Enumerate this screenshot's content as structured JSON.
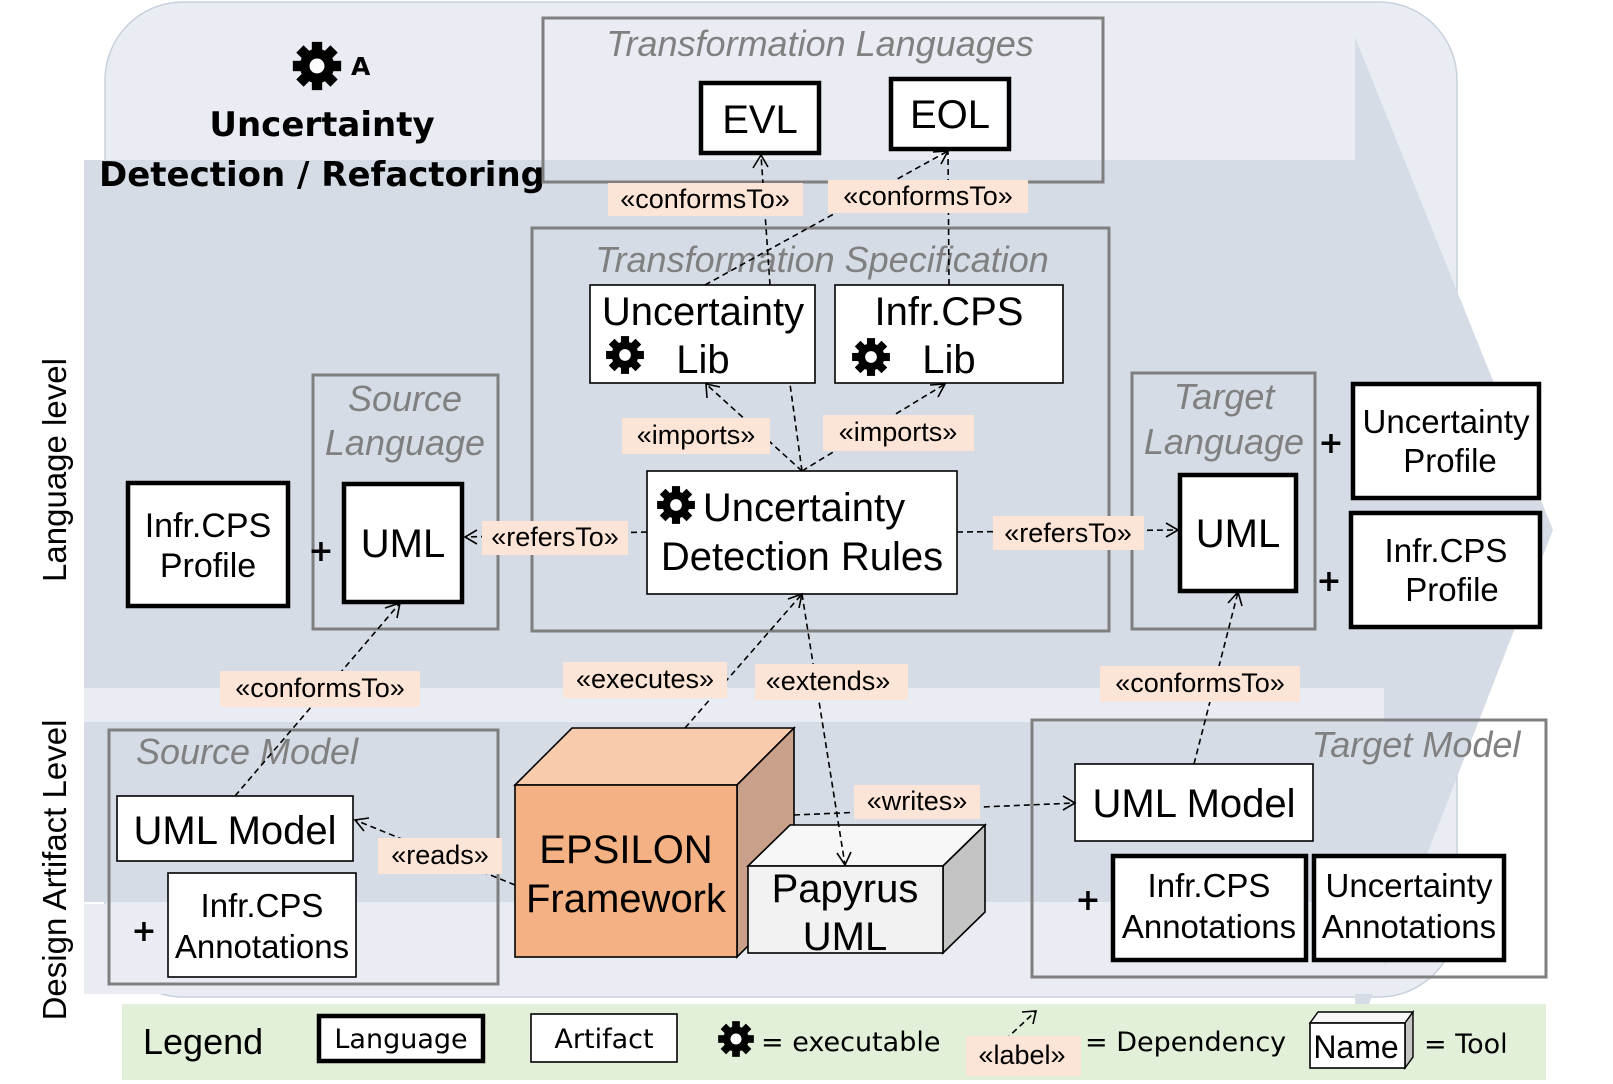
{
  "phase": {
    "letter": "A",
    "title_line1": "Uncertainty",
    "title_line2": "Detection / Refactoring"
  },
  "levels": {
    "language": "Language level",
    "design": "Design Artifact Level"
  },
  "groups": {
    "transformation_languages": "Transformation Languages",
    "transformation_specification": "Transformation Specification",
    "source_language_1": "Source",
    "source_language_2": "Language",
    "target_language_1": "Target",
    "target_language_2": "Language",
    "source_model": "Source Model",
    "target_model": "Target Model"
  },
  "languages": {
    "evl": "EVL",
    "eol": "EOL",
    "source_uml": "UML",
    "target_uml": "UML",
    "source_profile_1": "Infr.CPS",
    "source_profile_2": "Profile",
    "target_unc_profile_1": "Uncertainty",
    "target_unc_profile_2": "Profile",
    "target_cps_profile_1": "Infr.CPS",
    "target_cps_profile_2": "Profile"
  },
  "artifacts": {
    "unc_lib_1": "Uncertainty",
    "unc_lib_2": "Lib",
    "cps_lib_1": "Infr.CPS",
    "cps_lib_2": "Lib",
    "rules_1": "Uncertainty",
    "rules_2": "Detection Rules",
    "src_uml_model": "UML Model",
    "src_annot_1": "Infr.CPS",
    "src_annot_2": "Annotations",
    "tgt_uml_model": "UML Model",
    "tgt_cps_annot_1": "Infr.CPS",
    "tgt_cps_annot_2": "Annotations",
    "tgt_unc_annot_1": "Uncertainty",
    "tgt_unc_annot_2": "Annotations"
  },
  "tools": {
    "epsilon_1": "EPSILON",
    "epsilon_2": "Framework",
    "papyrus_1": "Papyrus",
    "papyrus_2": "UML"
  },
  "dependencies": {
    "conforms_evl": "«conformsTo»",
    "conforms_eol": "«conformsTo»",
    "imports_unc": "«imports»",
    "imports_cps": "«imports»",
    "refers_src": "«refersTo»",
    "refers_tgt": "«refersTo»",
    "conforms_src": "«conformsTo»",
    "executes": "«executes»",
    "extends": "«extends»",
    "conforms_tgt": "«conformsTo»",
    "writes": "«writes»",
    "reads": "«reads»"
  },
  "plus_sign": "+",
  "legend": {
    "title": "Legend",
    "language": "Language",
    "artifact": "Artifact",
    "executable": "= executable",
    "label": "«label»",
    "dependency": "= Dependency",
    "tool_name": "Name",
    "tool": "= Tool"
  },
  "colors": {
    "arrow_fill": "#d6dce5",
    "backdrop_fill": "#e9edf3",
    "label_bg": "#fce4d6",
    "epsilon_fill": "#f4b183",
    "papyrus_fill": "#f2f2f2",
    "legend_bg": "#e2efd9",
    "group_border": "#7f7f7f"
  }
}
